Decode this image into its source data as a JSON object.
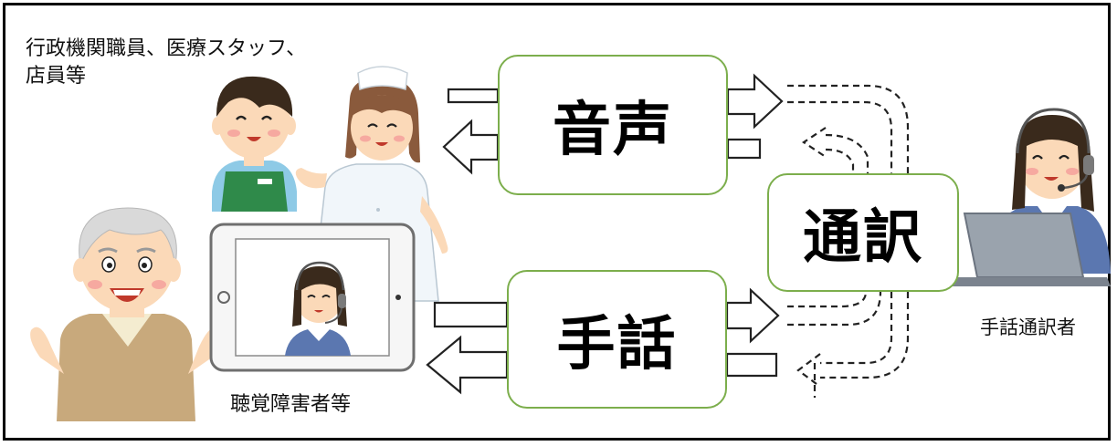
{
  "labels": {
    "staff_line1": "行政機関職員、医療スタッフ、",
    "staff_line2": "店員等",
    "deaf": "聴覚障害者等",
    "interpreter": "手話通訳者"
  },
  "boxes": {
    "voice": "音声",
    "interpret": "通訳",
    "sign": "手話"
  },
  "colors": {
    "box_border": "#7cae4c",
    "skin": "#fbd9b8",
    "staff_apron": "#2f8a4a",
    "staff_shirt": "#8ecae6",
    "hair_dark": "#3a2a1c",
    "headset": "#7a7a7a"
  },
  "icons": {
    "clerk": "clerk-icon",
    "nurse": "nurse-icon",
    "elder": "elderly-man-icon",
    "tablet": "tablet-icon",
    "operator": "operator-icon"
  }
}
